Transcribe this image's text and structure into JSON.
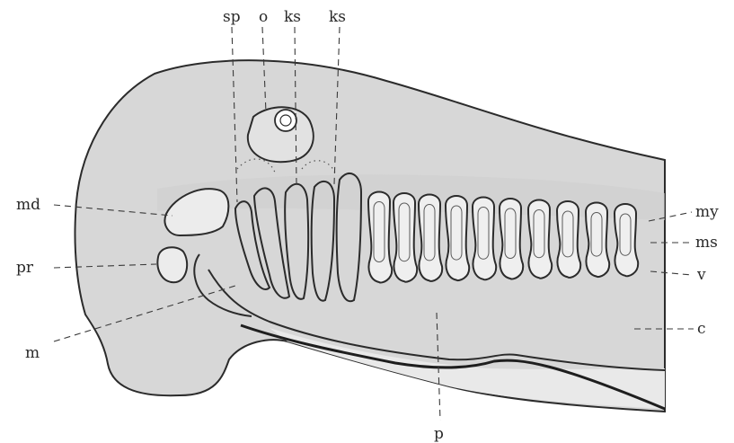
{
  "labels": {
    "sp": "sp",
    "o": "o",
    "ks1": "ks",
    "ks2": "ks",
    "md": "md",
    "pr": "pr",
    "m": "m",
    "my": "my",
    "ms": "ms",
    "v": "v",
    "c": "c",
    "p": "p"
  }
}
